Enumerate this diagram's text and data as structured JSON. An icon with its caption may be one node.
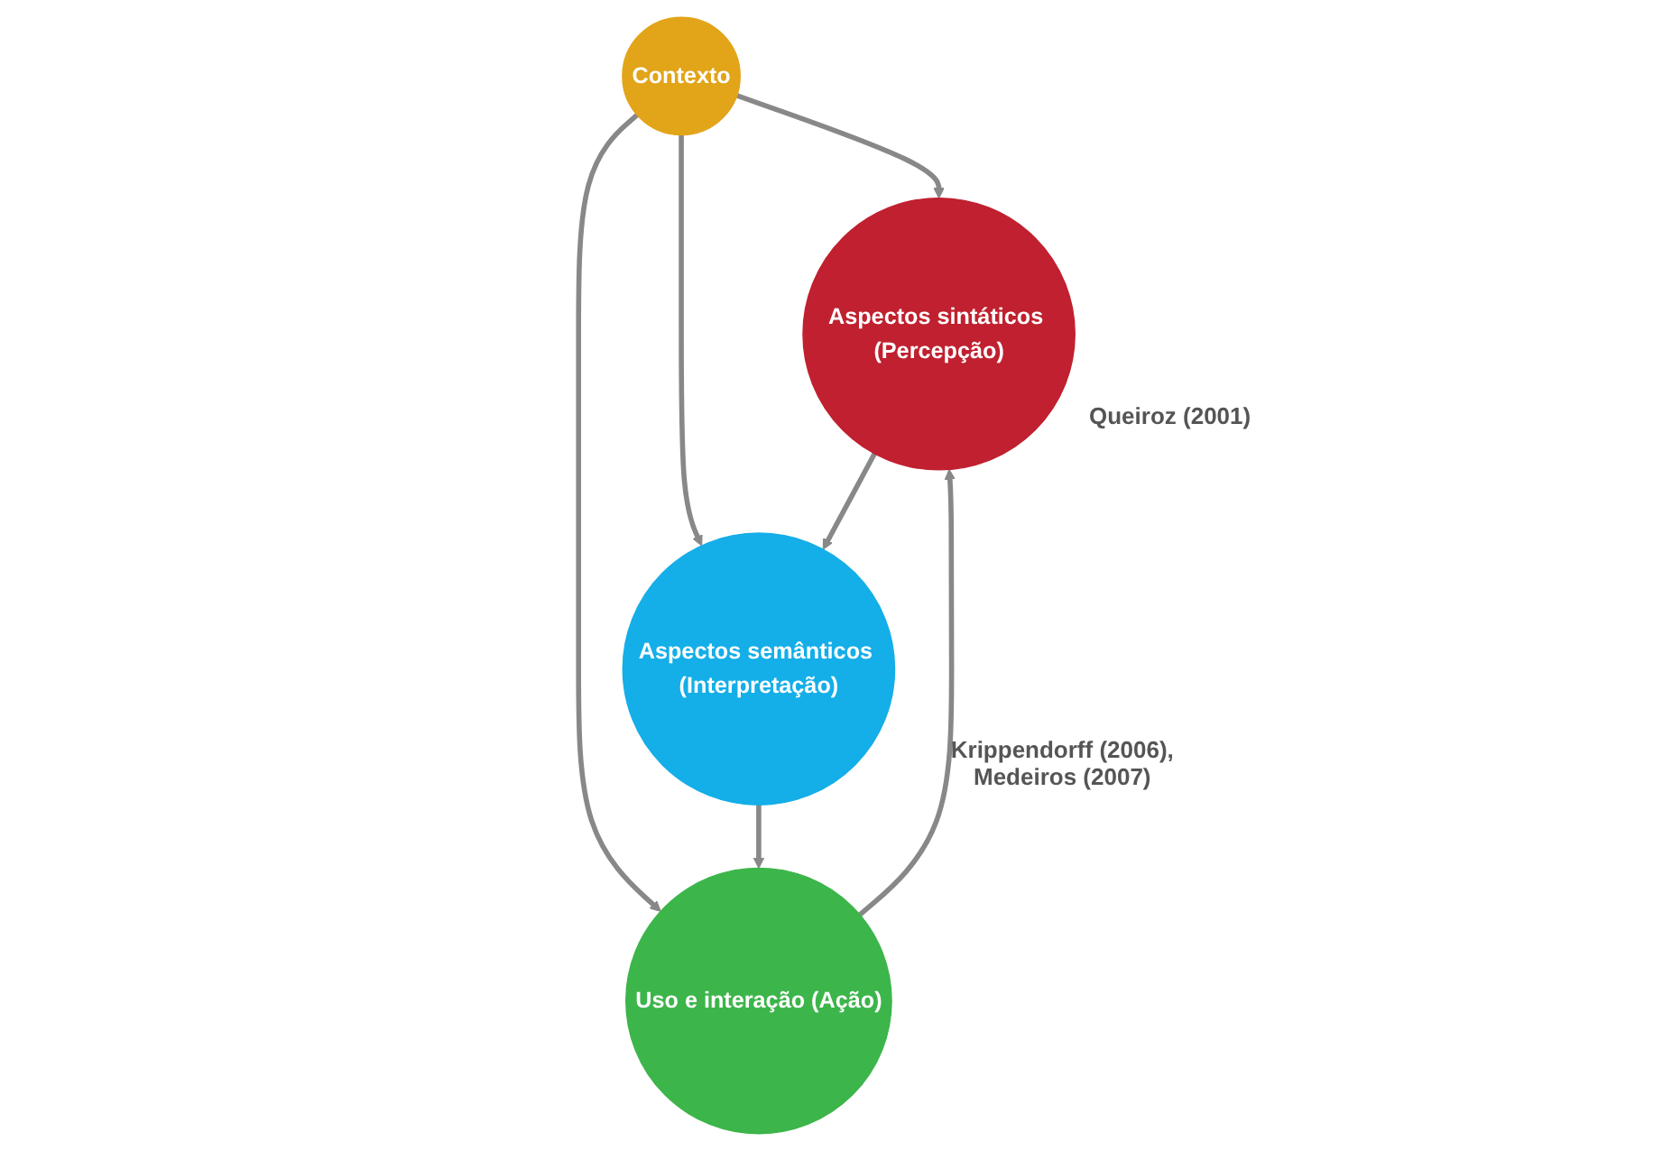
{
  "diagram": {
    "nodes": [
      {
        "text": [
          "Contexto"
        ]
      },
      {
        "text": [
          "Aspectos sintáticos (Percepção)"
        ],
        "beside": [
          "Queiroz (2001)"
        ]
      },
      {
        "text": [
          "Aspectos semânticos (Interpretação)"
        ],
        "beside": [
          "Krippendorff (2006), Medeiros (2007)"
        ]
      },
      {
        "text": [
          "Uso e interação (Ação)"
        ]
      }
    ],
    "edges": [
      {
        "from": 0,
        "to": 1,
        "arrow": "to"
      },
      {
        "from": 0,
        "to": 2,
        "arrow": "to"
      },
      {
        "from": 0,
        "to": 3,
        "arrow": "to"
      },
      {
        "from": 1,
        "to": 2,
        "arrow": "to"
      },
      {
        "from": 2,
        "to": 3,
        "arrow": "to"
      },
      {
        "from": 3,
        "to": 1,
        "arrow": "to"
      }
    ]
  }
}
